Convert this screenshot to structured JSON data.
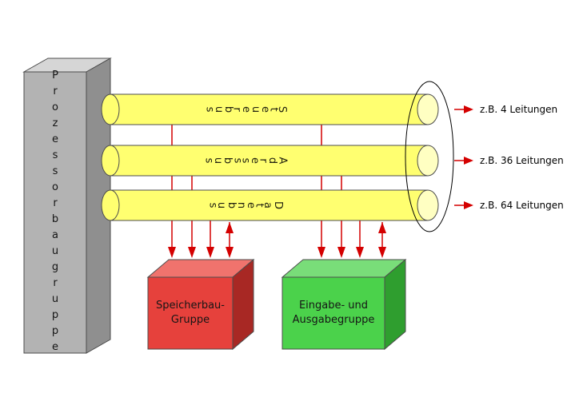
{
  "diagram": {
    "processor": {
      "label": "Prozessorbaugruppe"
    },
    "buses": [
      {
        "label": "Steuerbus",
        "annotation": "z.B. 4 Leitungen"
      },
      {
        "label": "Adressbus",
        "annotation": "z.B. 36 Leitungen"
      },
      {
        "label": "Datenbus",
        "annotation": "z.B. 64 Leitungen"
      }
    ],
    "modules": [
      {
        "line1": "Speicherbau-",
        "line2": "Gruppe"
      },
      {
        "line1": "Eingabe- und",
        "line2": "Ausgabegruppe"
      }
    ],
    "colors": {
      "bus_body": "#ffff70",
      "bus_cap": "#ffffc2",
      "processor_front": "#b3b3b3",
      "memory_front": "#e6413c",
      "io_front": "#4bd24b",
      "arrow": "#d40000"
    }
  }
}
